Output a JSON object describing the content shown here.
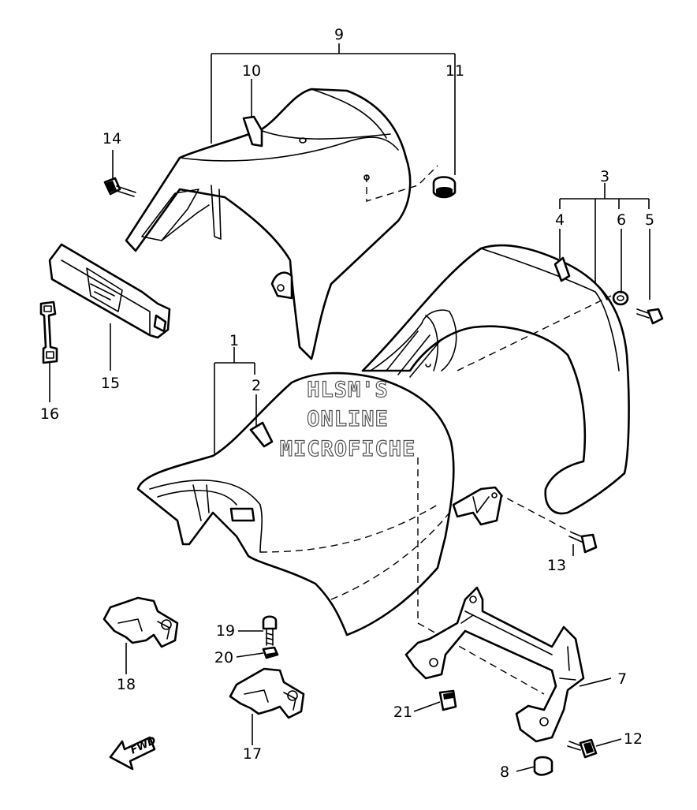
{
  "diagram": {
    "callouts": [
      "1",
      "2",
      "3",
      "4",
      "5",
      "6",
      "7",
      "8",
      "9",
      "10",
      "11",
      "12",
      "13",
      "14",
      "15",
      "16",
      "17",
      "18",
      "19",
      "20",
      "21"
    ],
    "watermark": {
      "line1": "HLSM'S",
      "line2": "ONLINE",
      "line3": "MICROFICHE"
    },
    "direction_marker": "FWD"
  }
}
